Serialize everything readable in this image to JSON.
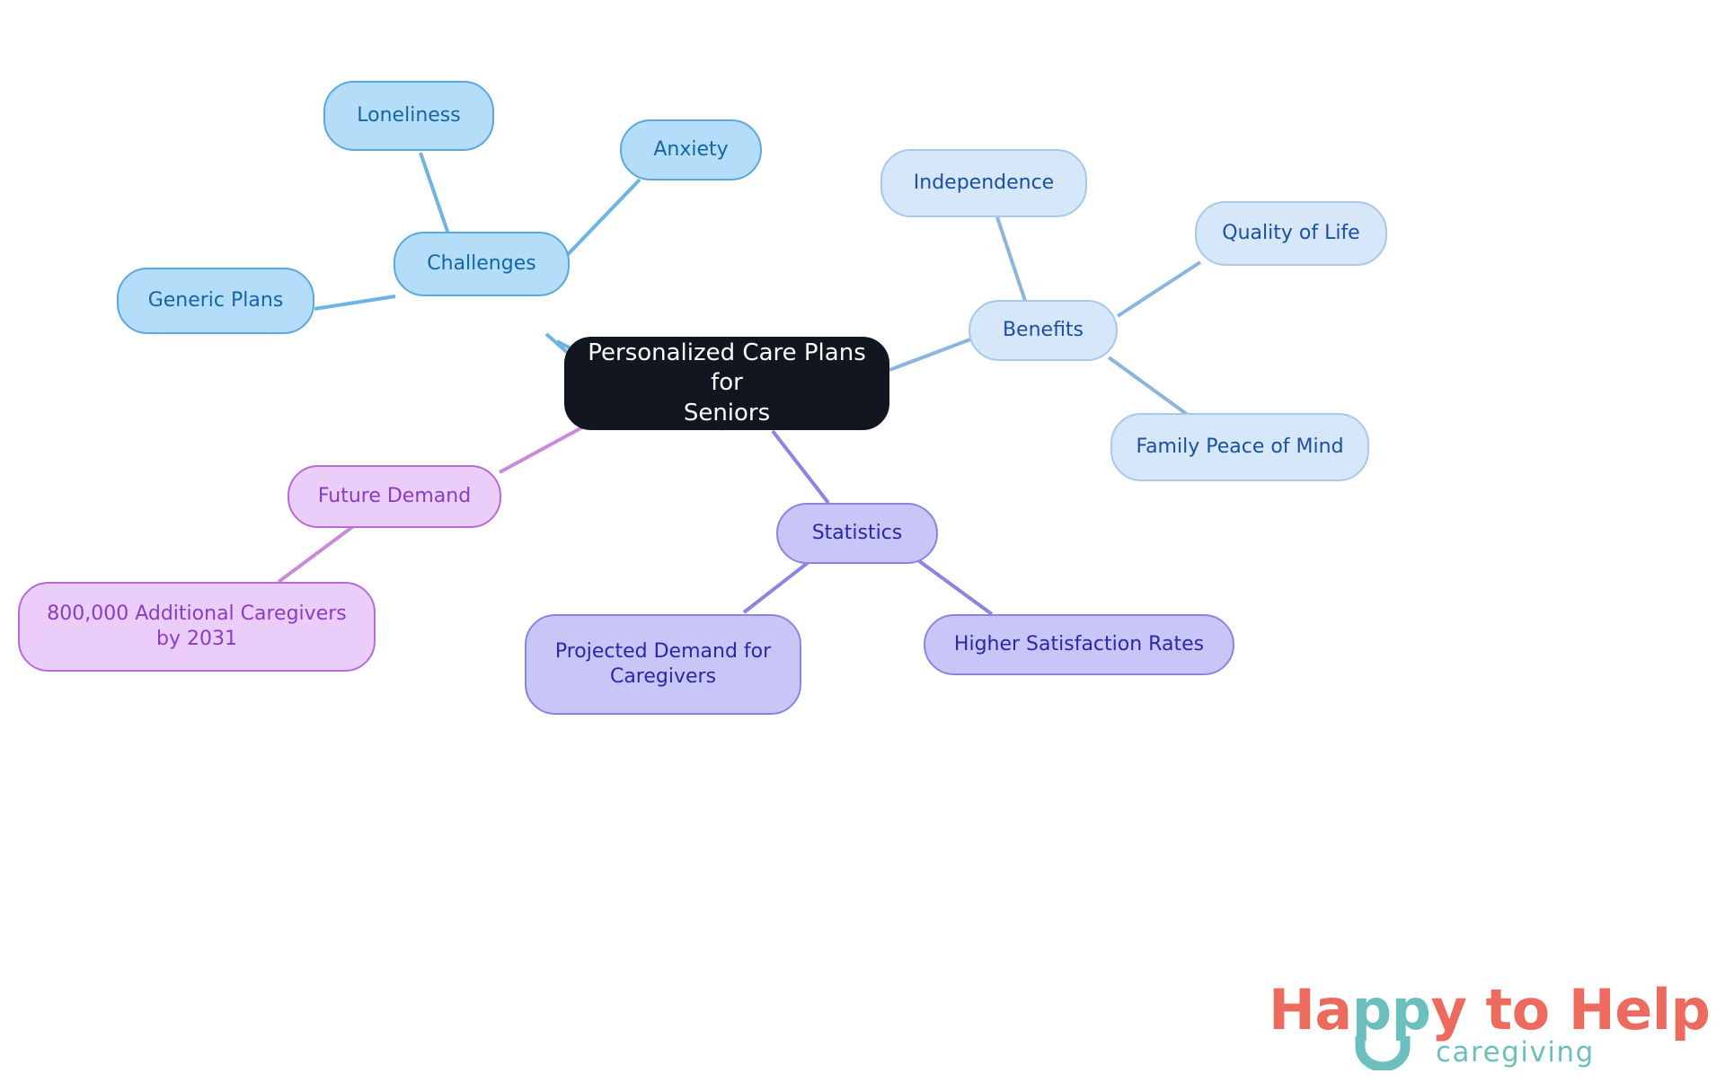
{
  "diagram": {
    "type": "mindmap",
    "title": "Personalized Care Plans for Seniors",
    "root": {
      "id": "root",
      "label": "Personalized Care Plans for\nSeniors"
    },
    "branches": [
      {
        "id": "challenges",
        "label": "Challenges",
        "fill": "#b4ddf9",
        "stroke": "#5aa9de",
        "text": "#1465a8",
        "children": [
          {
            "id": "loneliness",
            "label": "Loneliness"
          },
          {
            "id": "anxiety",
            "label": "Anxiety"
          },
          {
            "id": "generic-plans",
            "label": "Generic Plans"
          }
        ]
      },
      {
        "id": "benefits",
        "label": "Benefits",
        "fill": "#d6e7fa",
        "stroke": "#a9c7e9",
        "text": "#1a4fa3",
        "children": [
          {
            "id": "independence",
            "label": "Independence"
          },
          {
            "id": "quality-of-life",
            "label": "Quality of Life"
          },
          {
            "id": "family-peace-of-mind",
            "label": "Family Peace of Mind"
          }
        ]
      },
      {
        "id": "statistics",
        "label": "Statistics",
        "fill": "#c8c6f6",
        "stroke": "#8b84e1",
        "text": "#2a27ab",
        "children": [
          {
            "id": "projected-demand",
            "label": "Projected Demand for\nCaregivers"
          },
          {
            "id": "higher-satisfaction",
            "label": "Higher Satisfaction Rates"
          }
        ]
      },
      {
        "id": "future-demand",
        "label": "Future Demand",
        "fill": "#eacdf8",
        "stroke": "#b96ad9",
        "text": "#8b3cc5",
        "children": [
          {
            "id": "caregivers-2031",
            "label": "800,000 Additional Caregivers\nby 2031"
          }
        ]
      }
    ]
  },
  "logo": {
    "word_part_1": "Ha",
    "word_part_2": "pp",
    "word_part_3": "y to Help",
    "tagline": "caregiving",
    "coral": "#ec6b5e",
    "teal": "#6cbfbf",
    "smile_icon": "smile-arc-icon"
  }
}
